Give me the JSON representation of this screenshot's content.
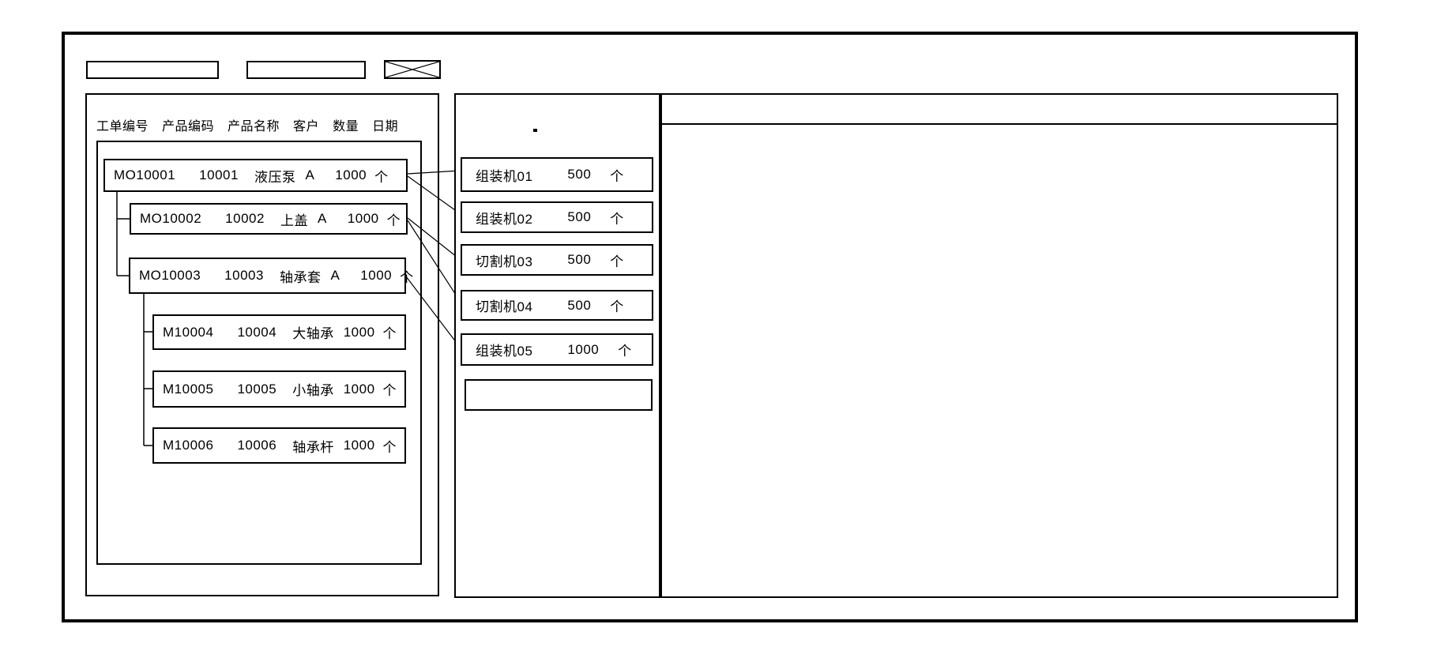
{
  "colors": {
    "line": "#000000",
    "background": "#ffffff"
  },
  "toolbar": {
    "field_1_value": "",
    "field_2_value": "",
    "image_placeholder": "x-crossed-box"
  },
  "order_panel": {
    "columns": [
      "工单编号",
      "产品编码",
      "产品名称",
      "客户",
      "数量",
      "日期"
    ],
    "orders": [
      {
        "order_no": "MO10001",
        "product_code": "10001",
        "product_name": "液压泵",
        "customer": "A",
        "qty": "1000",
        "unit": "个",
        "level": 1
      },
      {
        "order_no": "MO10002",
        "product_code": "10002",
        "product_name": "上盖",
        "customer": "A",
        "qty": "1000",
        "unit": "个",
        "level": 2
      },
      {
        "order_no": "MO10003",
        "product_code": "10003",
        "product_name": "轴承套",
        "customer": "A",
        "qty": "1000",
        "unit": "个",
        "level": 2
      },
      {
        "order_no": "M10004",
        "product_code": "10004",
        "product_name": "大轴承",
        "customer": "",
        "qty": "1000",
        "unit": "个",
        "level": 3
      },
      {
        "order_no": "M10005",
        "product_code": "10005",
        "product_name": "小轴承",
        "customer": "",
        "qty": "1000",
        "unit": "个",
        "level": 3
      },
      {
        "order_no": "M10006",
        "product_code": "10006",
        "product_name": "轴承杆",
        "customer": "",
        "qty": "1000",
        "unit": "个",
        "level": 3
      }
    ]
  },
  "machine_panel": {
    "header_mark": ".",
    "machines": [
      {
        "name": "组装机01",
        "qty": "500",
        "unit": "个"
      },
      {
        "name": "组装机02",
        "qty": "500",
        "unit": "个"
      },
      {
        "name": "切割机03",
        "qty": "500",
        "unit": "个"
      },
      {
        "name": "切割机04",
        "qty": "500",
        "unit": "个"
      },
      {
        "name": "组装机05",
        "qty": "1000",
        "unit": "个"
      },
      {
        "name": "",
        "qty": "",
        "unit": ""
      }
    ]
  },
  "connections": [
    {
      "from": "MO10001",
      "to": "组装机01"
    },
    {
      "from": "MO10001",
      "to": "组装机02"
    },
    {
      "from": "MO10002",
      "to": "切割机03"
    },
    {
      "from": "MO10002",
      "to": "切割机04"
    },
    {
      "from": "MO10003",
      "to": "组装机05"
    }
  ],
  "schedule_panel": {
    "content": ""
  }
}
